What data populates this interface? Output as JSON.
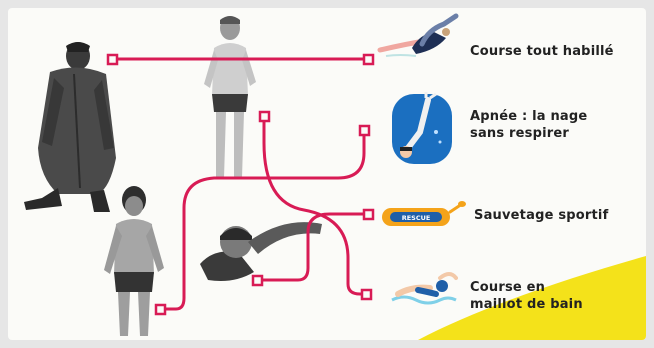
{
  "activities": [
    {
      "id": "habille",
      "lines": [
        "Course tout habillé"
      ],
      "icon": "clothed-swimmer-icon"
    },
    {
      "id": "apnee",
      "lines": [
        "Apnée : la nage",
        "sans respirer"
      ],
      "icon": "freediver-icon"
    },
    {
      "id": "sauvetage",
      "lines": [
        "Sauvetage sportif"
      ],
      "icon": "rescue-board-icon"
    },
    {
      "id": "maillot",
      "lines": [
        "Course en",
        "maillot de bain"
      ],
      "icon": "swimsuit-swimmer-icon"
    }
  ],
  "rescue_board_text": "RESCUE",
  "colors": {
    "connector": "#d81b55",
    "accent_yellow": "#f4e21a",
    "board": "#f4a31a",
    "board_blue": "#1f5fa8",
    "apnea_bg": "#1b6fc0"
  }
}
